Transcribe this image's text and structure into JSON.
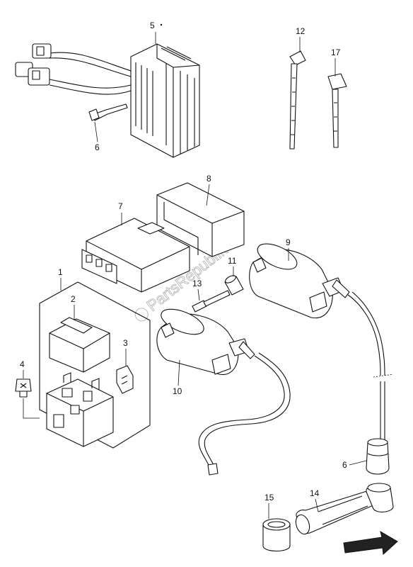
{
  "diagram": {
    "watermark_text": "PartsRepublik",
    "callouts": {
      "c1": "1",
      "c2": "2",
      "c3": "3",
      "c4": "4",
      "c5": "5",
      "c6_top": "6",
      "c6_bottom": "6",
      "c7": "7",
      "c8": "8",
      "c9": "9",
      "c10": "10",
      "c11": "11",
      "c12": "12",
      "c13": "13",
      "c14": "14",
      "c15": "15",
      "c17": "17"
    }
  }
}
